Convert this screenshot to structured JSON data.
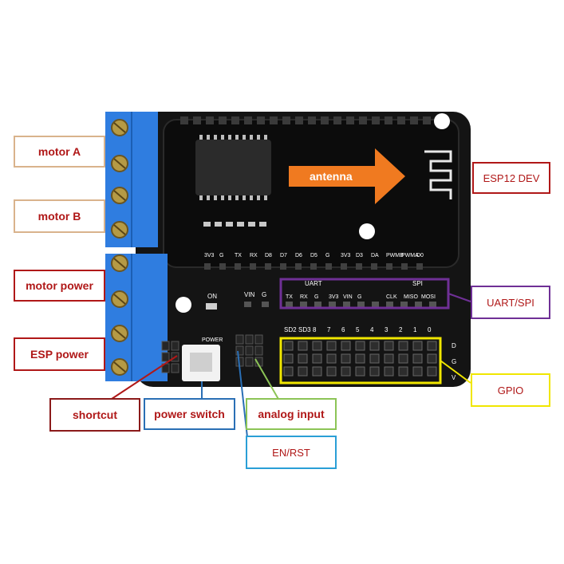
{
  "colors": {
    "board": "#141414",
    "terminal_blue": "#2f7de0",
    "tan": "#d9b38c",
    "red": "#b01818",
    "blue": "#2a6fb5",
    "green": "#8cc456",
    "yellow": "#f0e600",
    "purple": "#6f3096",
    "arrow": "#f07a20"
  },
  "callouts": {
    "motor_a": "motor A",
    "motor_b": "motor B",
    "motor_power": "motor power",
    "esp_power": "ESP power",
    "shortcut": "shortcut",
    "power_switch": "power switch",
    "analog_input": "analog input",
    "en_rst": "EN/RST",
    "esp12_dev": "ESP12 DEV",
    "uart_spi": "UART/SPI",
    "gpio": "GPIO"
  },
  "board": {
    "antenna_label": "antenna",
    "top_pins": [
      "3V3",
      "G",
      "TX",
      "RX",
      "D8",
      "D7",
      "D6",
      "D5",
      "G",
      "3V3",
      "D3",
      "DA",
      "PWMB",
      "PWMA",
      "D0"
    ],
    "uart_title": "UART",
    "spi_title": "SPI",
    "uart_pins": [
      "TX",
      "RX",
      "G",
      "3V3",
      "VIN",
      "G"
    ],
    "spi_pins": [
      "CLK",
      "MISO",
      "MOSI"
    ],
    "on_label": "ON",
    "vin_g_labels": [
      "VIN",
      "G"
    ],
    "power_label": "POWER",
    "gpio_pins": [
      "SD2",
      "SD3",
      "8",
      "7",
      "6",
      "5",
      "4",
      "3",
      "2",
      "1",
      "0"
    ]
  }
}
